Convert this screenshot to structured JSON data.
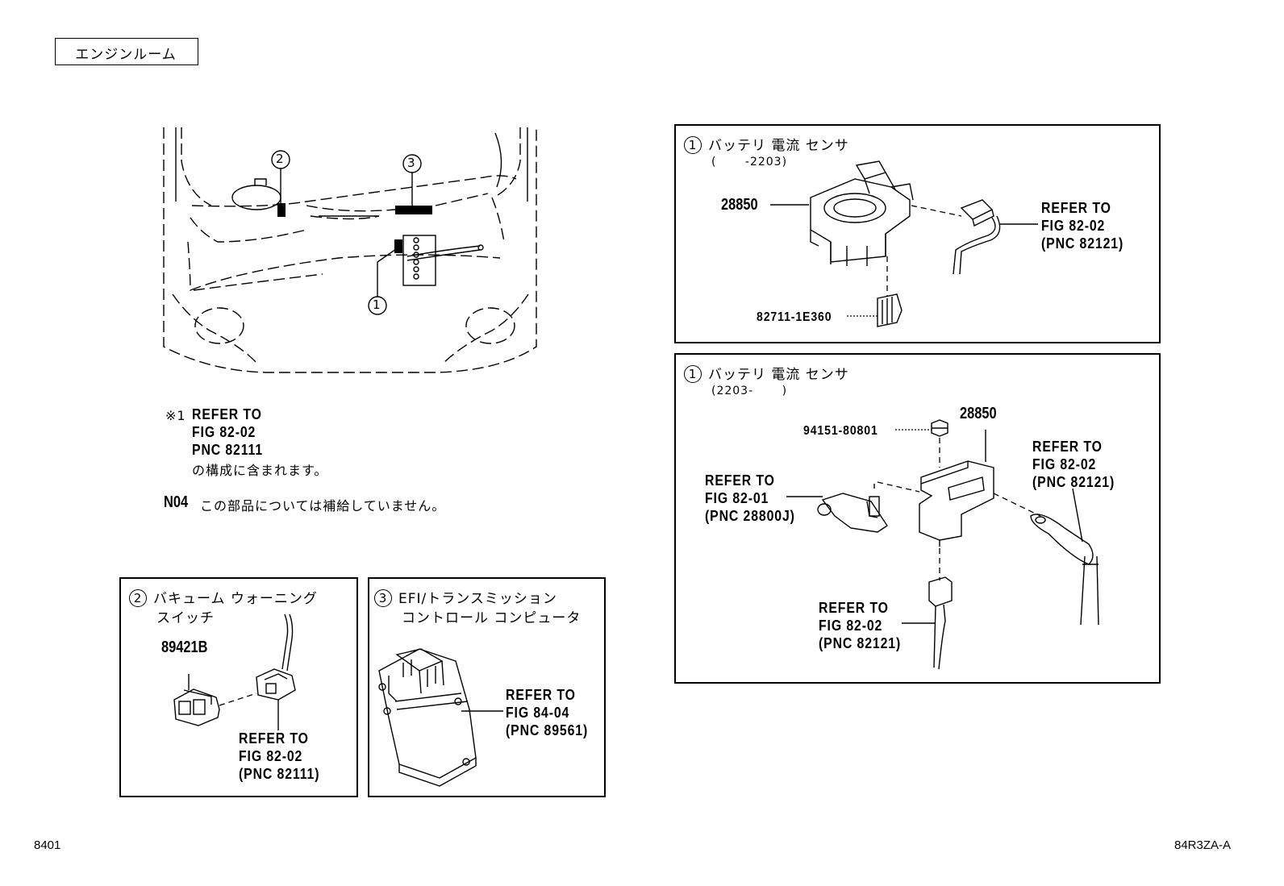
{
  "header": {
    "area_label": "エンジンルーム"
  },
  "overview": {
    "callout_1": "1",
    "callout_2": "2",
    "callout_3": "3"
  },
  "notes": {
    "note1_mark": "※1",
    "note1_lines": [
      "REFER TO",
      "FIG 82-02",
      "PNC 82111",
      "の構成に含まれます。"
    ],
    "note2_code": "N04",
    "note2_text": "この部品については補給していません。"
  },
  "panel_sensor_early": {
    "num": "1",
    "title": "バッテリ 電流 センサ",
    "range": "(　　 -2203)",
    "part_main": "28850",
    "part_clip": "82711-1E360",
    "refer": [
      "REFER TO",
      "FIG 82-02",
      "(PNC 82121)"
    ]
  },
  "panel_sensor_late": {
    "num": "1",
    "title": "バッテリ 電流 センサ",
    "range": "(2203-　　 )",
    "part_main": "28850",
    "part_nut": "94151-80801",
    "refer_left": [
      "REFER TO",
      "FIG 82-01",
      "(PNC 28800J)"
    ],
    "refer_right": [
      "REFER TO",
      "FIG 82-02",
      "(PNC 82121)"
    ],
    "refer_bottom": [
      "REFER TO",
      "FIG 82-02",
      "(PNC 82121)"
    ]
  },
  "panel_vacuum": {
    "num": "2",
    "title_line1": "バキューム ウォーニング",
    "title_line2": "スイッチ",
    "part_main": "89421B",
    "refer": [
      "REFER TO",
      "FIG 82-02",
      "(PNC 82111)"
    ]
  },
  "panel_ecu": {
    "num": "3",
    "title_line1": "EFI/トランスミッション",
    "title_line2": "コントロール コンピュータ",
    "refer": [
      "REFER TO",
      "FIG 84-04",
      "(PNC 89561)"
    ]
  },
  "footer": {
    "page_number": "8401",
    "figure_code": "84R3ZA-A"
  }
}
